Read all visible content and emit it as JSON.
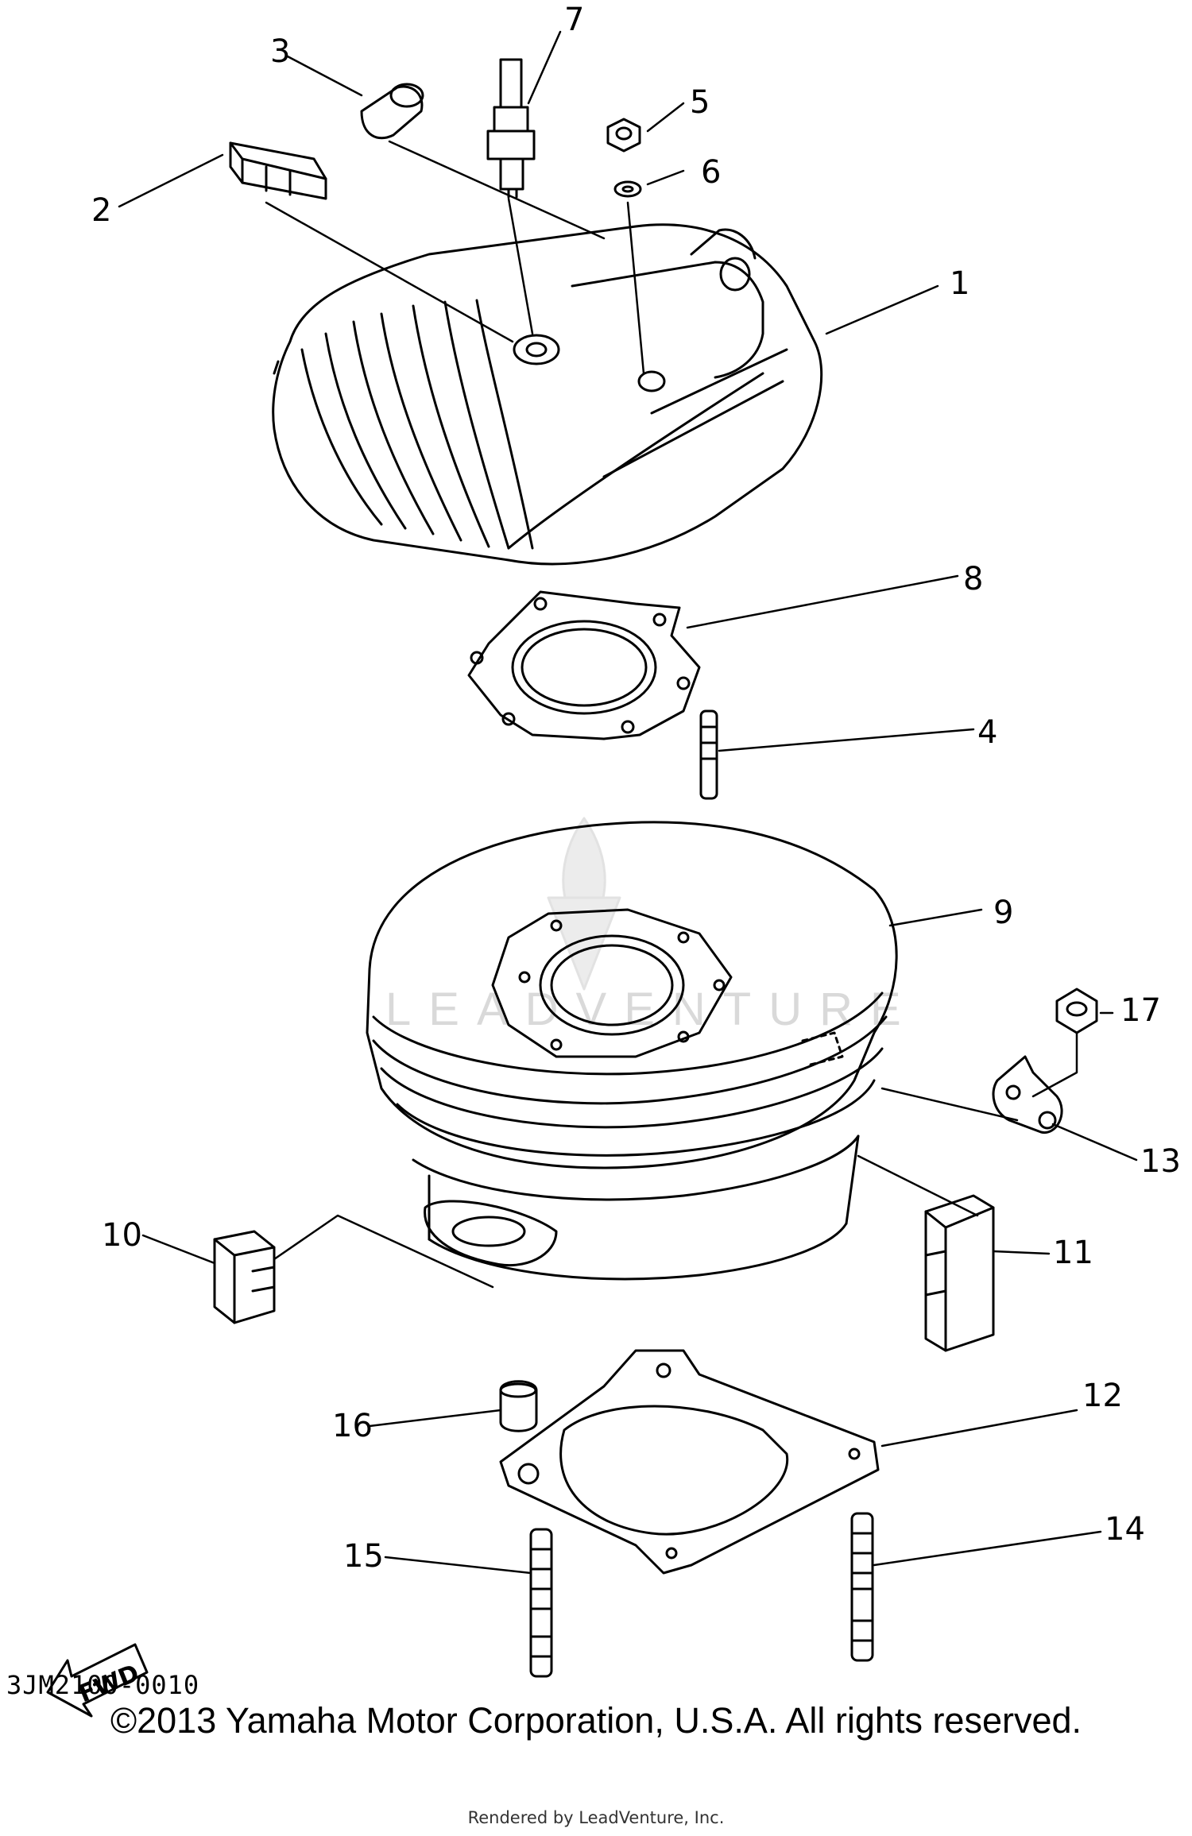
{
  "diagram": {
    "labels": [
      "1",
      "2",
      "3",
      "4",
      "5",
      "6",
      "7",
      "8",
      "9",
      "10",
      "11",
      "12",
      "13",
      "14",
      "15",
      "16",
      "17"
    ],
    "fwd": "FWD",
    "watermark": "LEADVENTURE"
  },
  "footer": {
    "code": "3JM2100-0010",
    "copyright": "©2013 Yamaha Motor Corporation, U.S.A. All rights reserved.",
    "rendered": "Rendered by LeadVenture, Inc."
  }
}
